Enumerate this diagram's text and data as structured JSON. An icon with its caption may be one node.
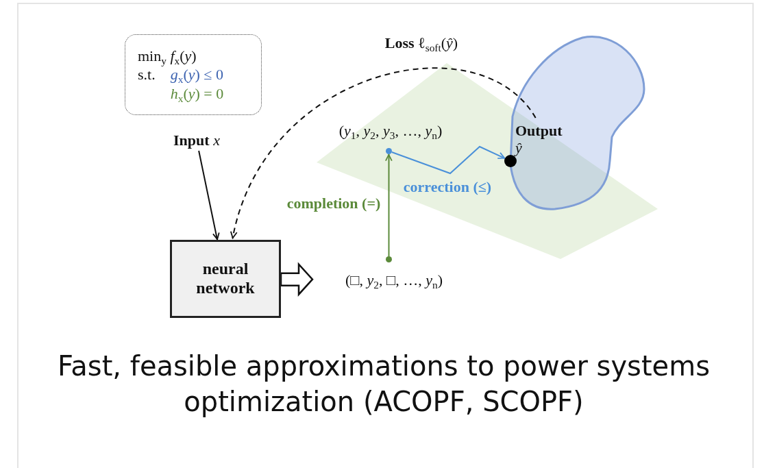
{
  "diagram": {
    "caption": "Fast, feasible approximations to power systems optimization (ACOPF, SCOPF)",
    "nodes": [
      {
        "text": [
          "min$_{y}$ *f*$_{x}$(*y*)",
          "s.t.",
          "*g*$_{x}$(*y*) ≤ 0",
          "*h*$_{x}$(*y*) = 0"
        ]
      },
      {
        "text": [
          "**Input** *x*"
        ]
      },
      {
        "text": [
          "neural network"
        ]
      },
      {
        "text": [
          "(□, *y*$_{2}$, □, …, *y*$_{n}$)"
        ]
      },
      {
        "text": [
          "(*y*$_{1}$, *y*$_{2}$, *y*$_{3}$, …, *y*$_{n}$)"
        ]
      },
      {
        "text": [],
        "shape": "circle"
      },
      {
        "text": [],
        "shape": "circle"
      },
      {
        "text": [],
        "shape": "circle"
      },
      {
        "text": [
          "Output",
          "*ŷ*"
        ]
      }
    ],
    "edges": [
      {
        "from": 1,
        "to": 2,
        "arrow": "to"
      },
      {
        "from": 8,
        "to": 2,
        "arrow": "to",
        "style": "dashed",
        "label": "**Loss** ℓ$_{soft}$(*ŷ*)"
      },
      {
        "from": 2,
        "to": 3,
        "arrow": "to",
        "style": "thick"
      },
      {
        "from": 5,
        "to": 6,
        "arrow": "to",
        "color": "#5b8a3a",
        "label": "completion (=)"
      },
      {
        "from": 6,
        "to": 7,
        "arrow": "to",
        "color": "#4a90d9",
        "label": "correction (≤)"
      }
    ]
  }
}
